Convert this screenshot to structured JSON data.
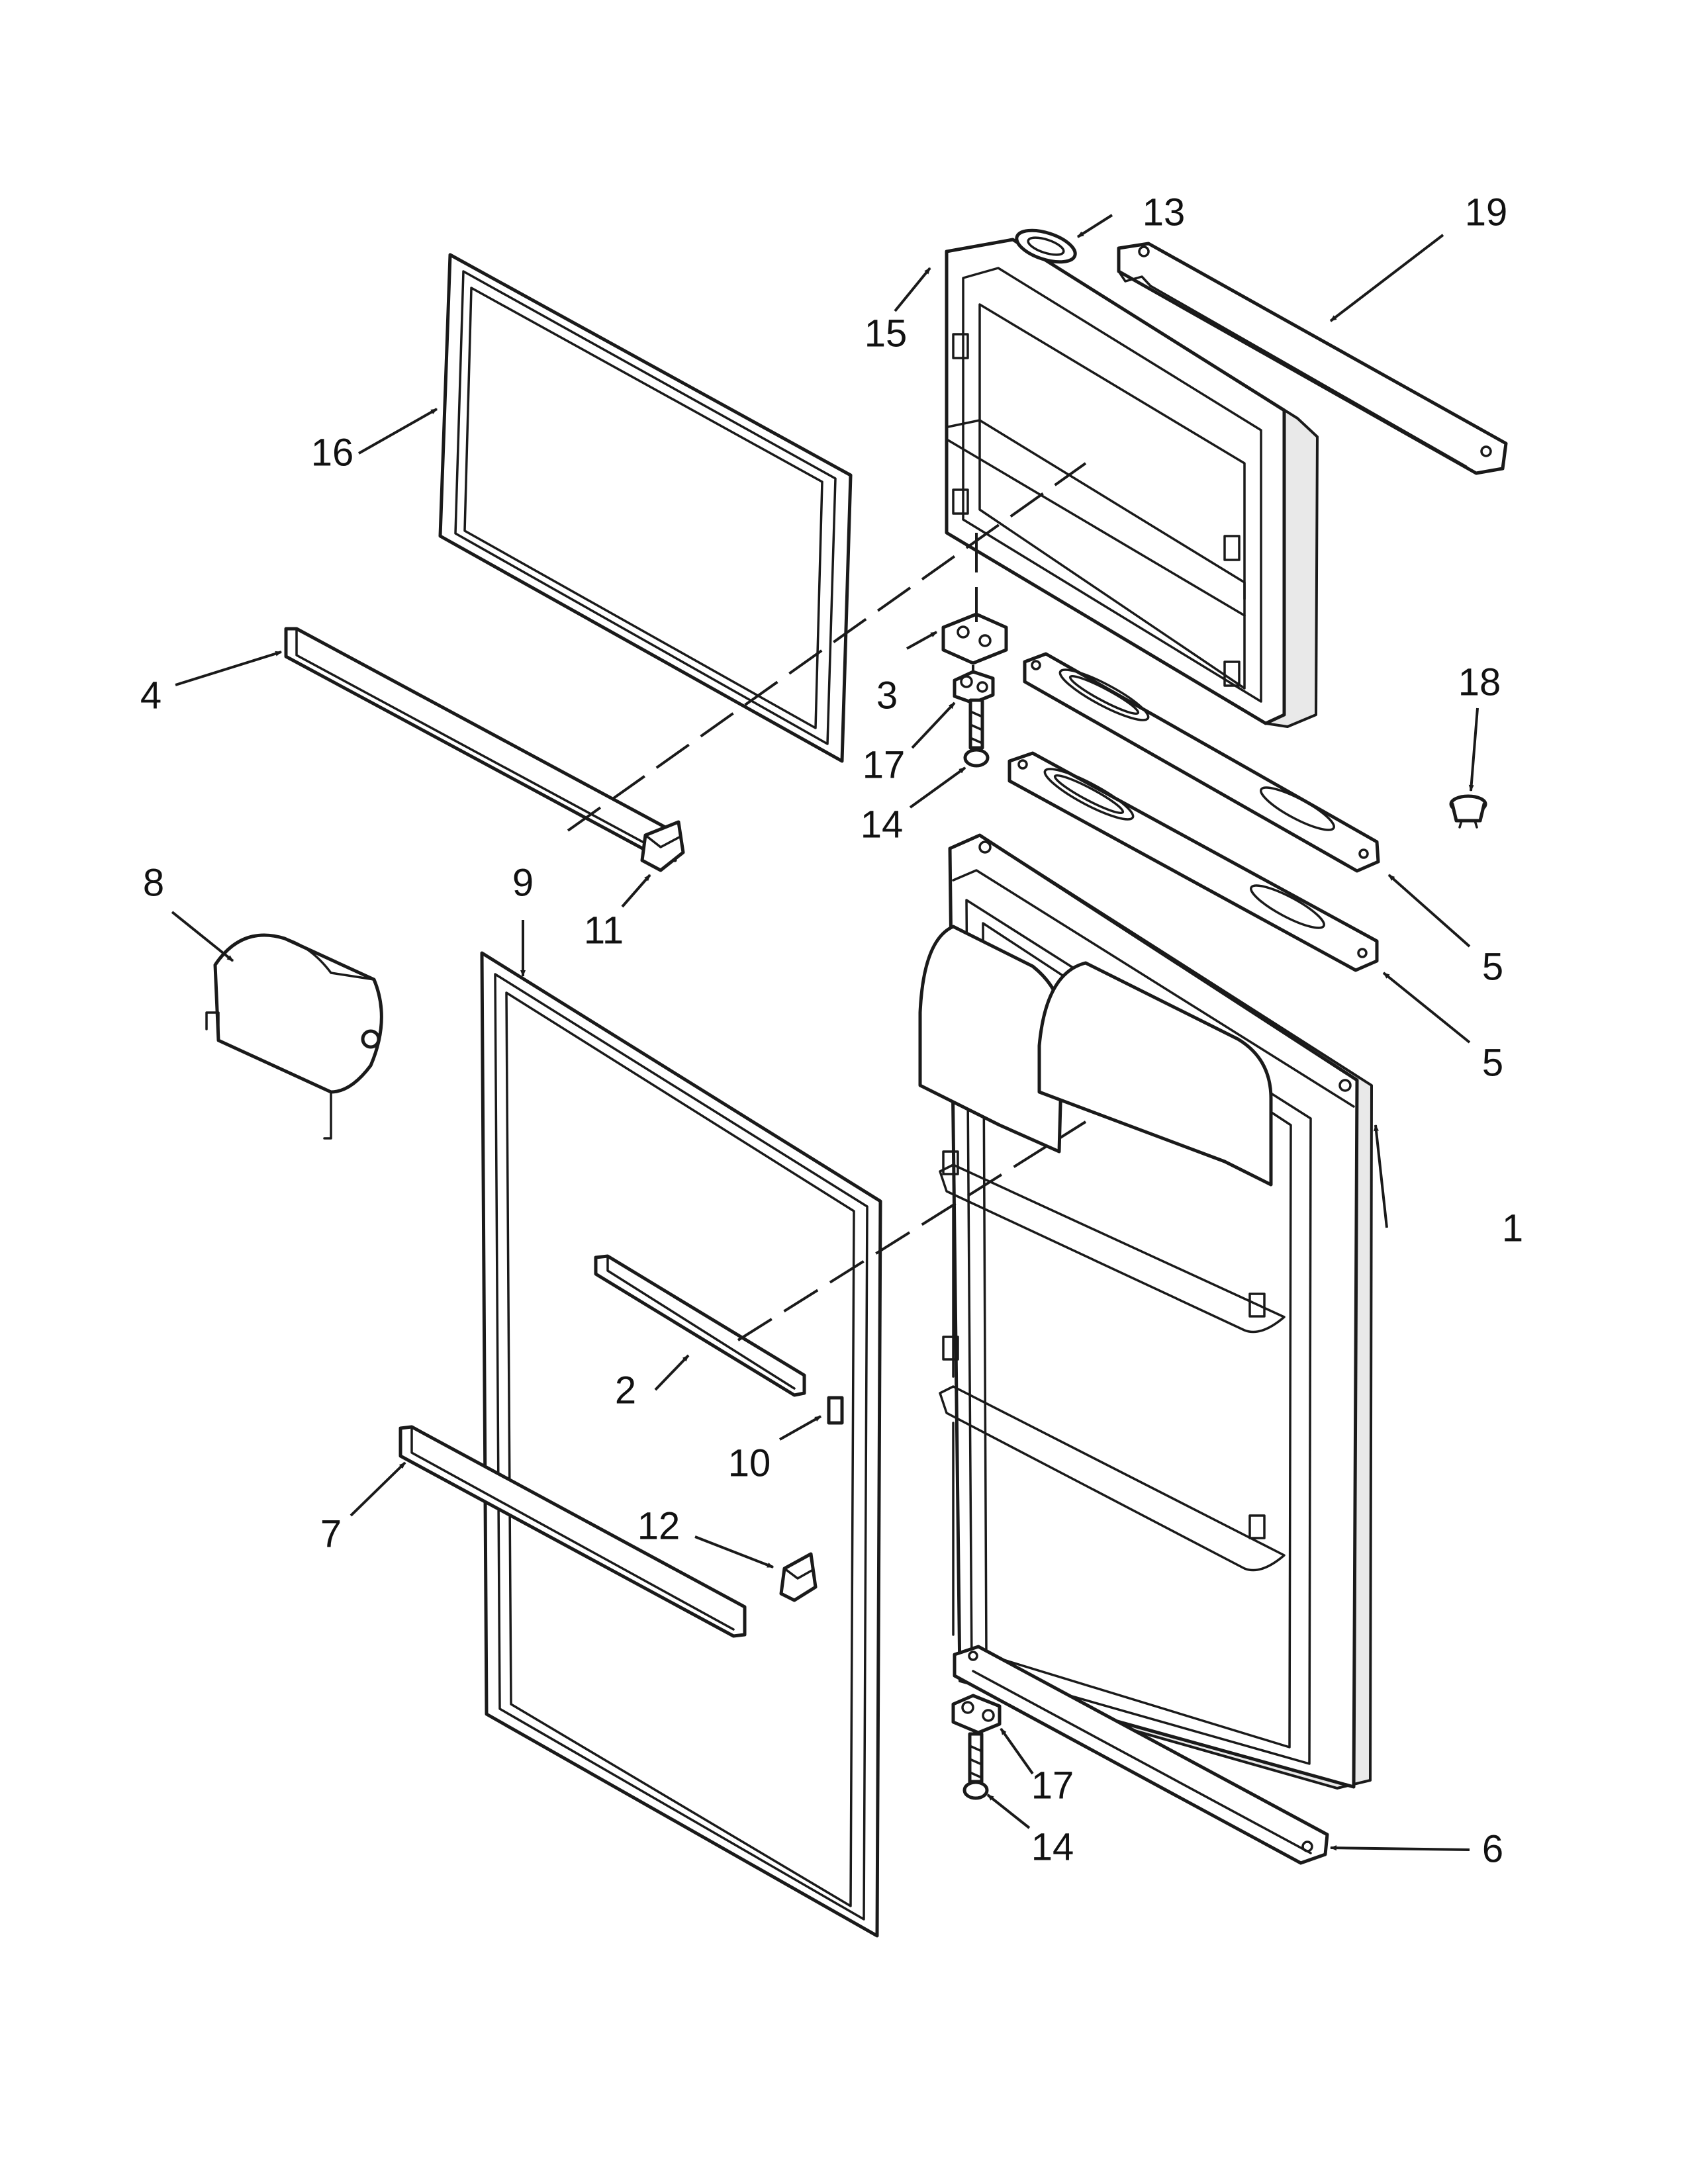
{
  "callouts": {
    "c1": "1",
    "c2": "2",
    "c3": "3",
    "c4": "4",
    "c5a": "5",
    "c5b": "5",
    "c6": "6",
    "c7": "7",
    "c8": "8",
    "c9": "9",
    "c10": "10",
    "c11": "11",
    "c12": "12",
    "c13": "13",
    "c14a": "14",
    "c14b": "14",
    "c15": "15",
    "c16": "16",
    "c17a": "17",
    "c17b": "17",
    "c18": "18",
    "c19": "19"
  },
  "colors": {
    "line": "#1a1a1a",
    "fill": "#ffffff",
    "shade": "#e9e9e9"
  }
}
